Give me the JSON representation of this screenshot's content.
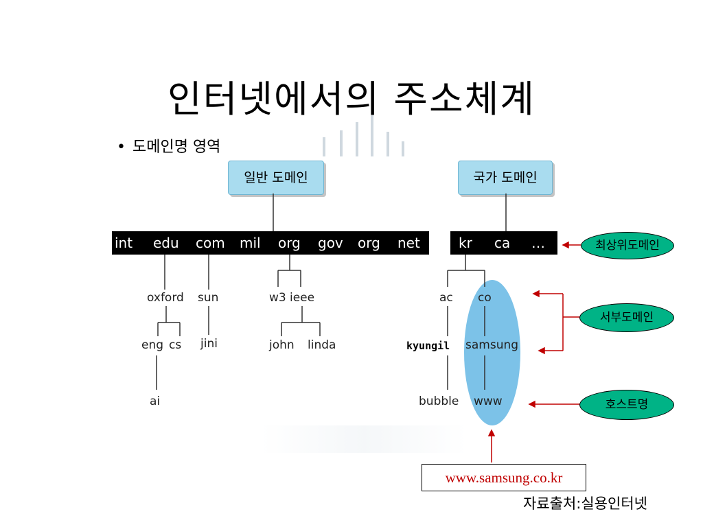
{
  "slide": {
    "title": "인터넷에서의 주소체계",
    "bullet": "도메인명 영역",
    "source": "자료출처:실용인터넷"
  },
  "diagram": {
    "general_domain": "일반 도메인",
    "country_domain": "국가 도메인",
    "general_tlds": [
      "int",
      "edu",
      "com",
      "mil",
      "org",
      "gov",
      "org",
      "net"
    ],
    "country_tlds": [
      "kr",
      "ca",
      "…"
    ],
    "nodes": {
      "oxford": "oxford",
      "sun": "sun",
      "w3": "w3",
      "ieee": "ieee",
      "eng": "eng",
      "cs": "cs",
      "jini": "jini",
      "john": "john",
      "linda": "linda",
      "ai": "ai",
      "ac": "ac",
      "co": "co",
      "kyungil": "kyungil",
      "samsung": "samsung",
      "bubble": "bubble",
      "www": "www"
    },
    "callouts": {
      "top_level": "최상위도메인",
      "sub_domain": "서부도메인",
      "host_name": "호스트명"
    },
    "url": "www.samsung.co.kr",
    "colors": {
      "category_box": "#a9dcef",
      "ellipse": "#7cc2e8",
      "callout": "#00b386",
      "arrow": "#c00000",
      "url_text": "#c00000"
    }
  }
}
